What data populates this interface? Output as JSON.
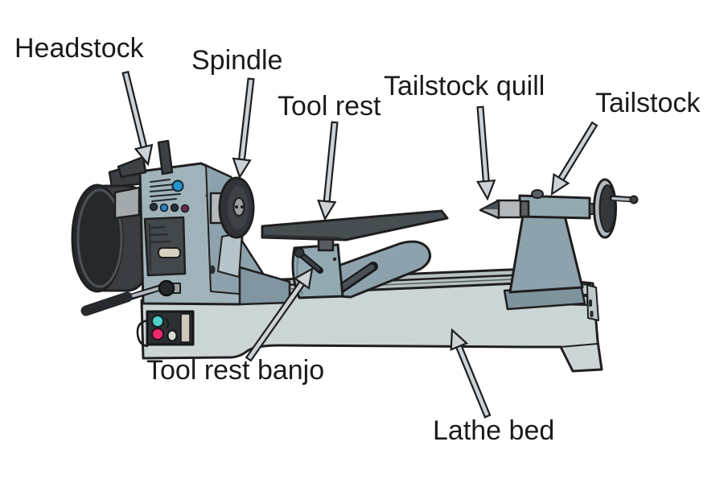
{
  "diagram": {
    "background_color": "#ffffff",
    "text_color": "#1b1b1b",
    "labels": [
      {
        "id": "headstock",
        "text": "Headstock"
      },
      {
        "id": "spindle",
        "text": "Spindle"
      },
      {
        "id": "tool_rest",
        "text": "Tool rest"
      },
      {
        "id": "tailstock_quill",
        "text": "Tailstock quill"
      },
      {
        "id": "tailstock",
        "text": "Tailstock"
      },
      {
        "id": "tool_rest_banjo",
        "text": "Tool rest banjo"
      },
      {
        "id": "lathe_bed",
        "text": "Lathe bed"
      }
    ],
    "colors": {
      "outline": "#1f1f1f",
      "machine_body": "#a0b3bb",
      "machine_body_shade": "#8da2ac",
      "bed_face": "#ccd5d6",
      "bed_rails": "#b7c1c3",
      "dark_metal": "#3c4246",
      "near_black": "#26282c",
      "silver": "#b3b9bd",
      "arrow_fill": "#ccd2d6",
      "cyan_button": "#4ed1c9",
      "magenta_button": "#ee2a6d",
      "blue_knob": "#2496cf",
      "maroon_knob": "#6f2b4e",
      "beige_button": "#d6d0c3"
    }
  }
}
